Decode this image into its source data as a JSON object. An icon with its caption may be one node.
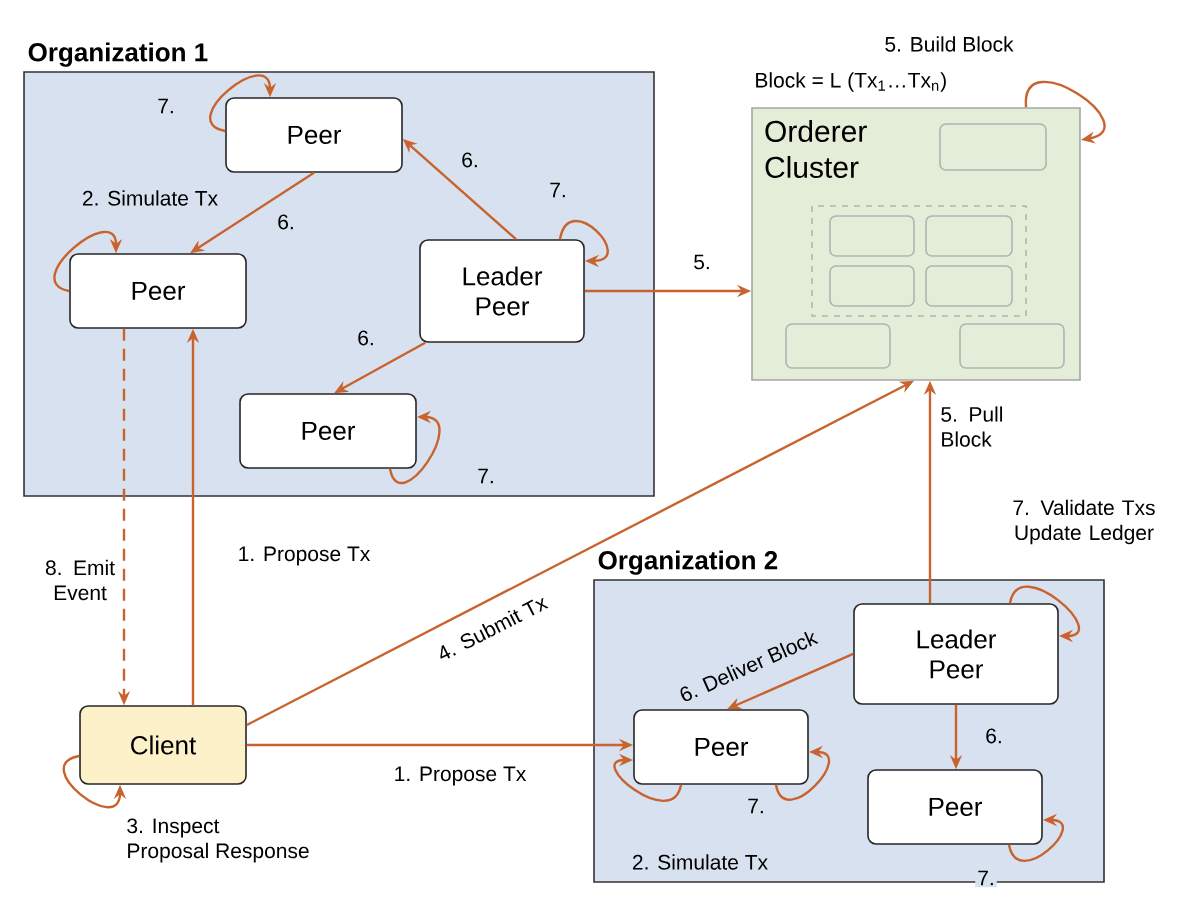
{
  "diagram": {
    "nodes": [
      {
        "text": [
          "Organization 1"
        ]
      },
      {
        "text": [
          "Peer"
        ],
        "in": 0
      },
      {
        "text": [
          "Peer"
        ],
        "in": 0
      },
      {
        "text": [
          "Leader Peer"
        ],
        "in": 0
      },
      {
        "text": [
          "Peer"
        ],
        "in": 0
      },
      {
        "text": [
          "Orderer Cluster"
        ],
        "beside": [
          "Block = L (Tx$_{1}$…Tx$_{n}$)"
        ]
      },
      {
        "text": [
          "Client"
        ]
      },
      {
        "text": [
          "Organization 2"
        ]
      },
      {
        "text": [
          "Leader Peer"
        ],
        "in": 7
      },
      {
        "text": [
          "Peer"
        ],
        "in": 7
      },
      {
        "text": [
          "Peer"
        ],
        "in": 7
      }
    ],
    "edges": [
      {
        "from": 1,
        "to": 1,
        "arrow": "to",
        "label": "7."
      },
      {
        "from": 2,
        "to": 2,
        "arrow": "to",
        "label": "2. Simulate Tx"
      },
      {
        "from": 3,
        "to": 1,
        "arrow": "to",
        "label": "6."
      },
      {
        "from": 1,
        "to": 2,
        "arrow": "to",
        "label": "6."
      },
      {
        "from": 3,
        "to": 3,
        "arrow": "to",
        "label": "7."
      },
      {
        "from": 3,
        "to": 4,
        "arrow": "to",
        "label": "6."
      },
      {
        "from": 4,
        "to": 4,
        "arrow": "to",
        "label": "7."
      },
      {
        "from": 3,
        "to": 5,
        "arrow": "to",
        "label": "5."
      },
      {
        "from": 5,
        "to": 5,
        "arrow": "to",
        "label": "5. Build Block"
      },
      {
        "from": 2,
        "to": 6,
        "arrow": "to",
        "label": "8. Emit Event",
        "style": "dashed"
      },
      {
        "from": 6,
        "to": 2,
        "arrow": "to",
        "label": "1. Propose Tx"
      },
      {
        "from": 6,
        "to": 5,
        "arrow": "to",
        "label": "4. Submit Tx"
      },
      {
        "from": 6,
        "to": 6,
        "arrow": "to",
        "label": "3. Inspect Proposal Response"
      },
      {
        "from": 6,
        "to": 9,
        "arrow": "to",
        "label": "1. Propose Tx"
      },
      {
        "from": 8,
        "to": 5,
        "arrow": "to",
        "label": "5. Pull Block"
      },
      {
        "from": 8,
        "to": 8,
        "arrow": "to",
        "label": "7. Validate Txs Update Ledger"
      },
      {
        "from": 8,
        "to": 9,
        "arrow": "to",
        "label": "6. Deliver Block"
      },
      {
        "from": 8,
        "to": 10,
        "arrow": "to",
        "label": "6."
      },
      {
        "from": 9,
        "to": 9,
        "arrow": "to",
        "label": "2. Simulate Tx"
      },
      {
        "from": 9,
        "to": 9,
        "arrow": "to",
        "label": "7."
      },
      {
        "from": 10,
        "to": 10,
        "arrow": "to",
        "label": "7."
      }
    ]
  }
}
